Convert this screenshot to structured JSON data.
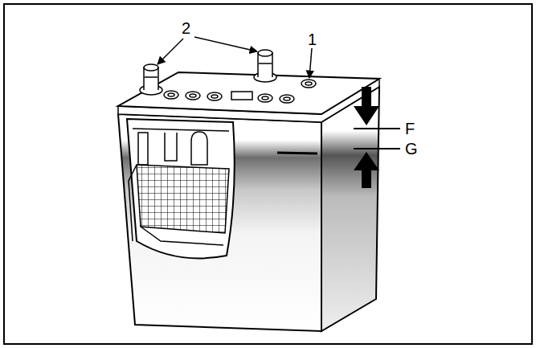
{
  "diagram": {
    "labels": [
      "2",
      "1",
      "F",
      "G"
    ]
  }
}
